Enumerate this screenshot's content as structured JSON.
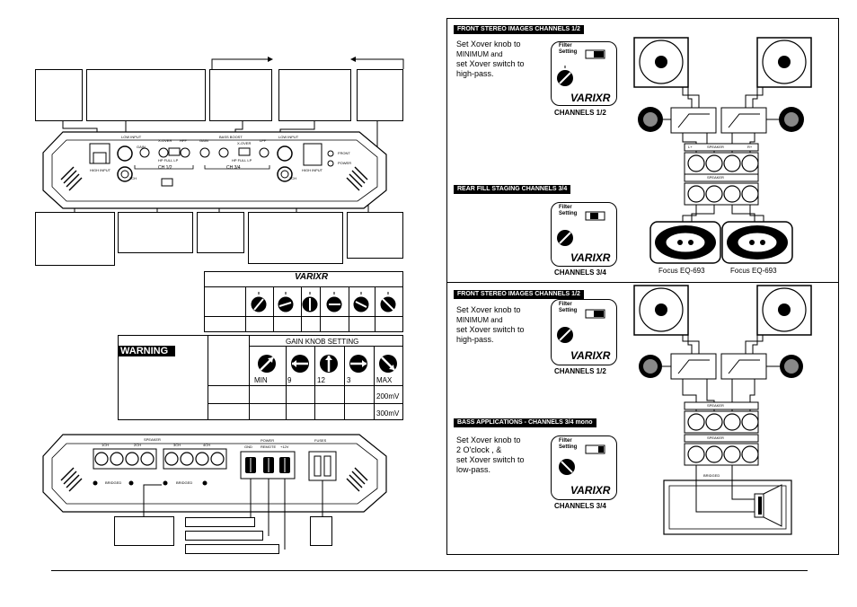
{
  "left": {
    "amp_top": {
      "labels": {
        "low_input": "LOW INPUT",
        "ch": "2CH",
        "gain": "GAIN",
        "x_over": "X-OVER",
        "hpf": "HPF",
        "bass_boost": "BASS BOOST",
        "lpf": "LPF",
        "high_input": "HIGH INPUT",
        "front": "FRONT",
        "power": "POWER",
        "full_lp": "HP FULL LP",
        "ch12": "CH 1/2",
        "ch34": "CH 3/4"
      }
    },
    "varixr_logo": "VARIXR",
    "gain_table": {
      "title": "GAIN KNOB SETTING",
      "settings": [
        "MIN",
        "9",
        "12",
        "3",
        "MAX"
      ],
      "values": [
        "200mV",
        "300mV"
      ]
    },
    "warning_label": "WARNING",
    "amp_bottom": {
      "labels": {
        "speaker": "SPEAKER",
        "ch1": "1CH",
        "ch2": "2CH",
        "ch3": "3CH",
        "ch4": "4CH",
        "bridged1": "BRIDGED",
        "bridged2": "BRIDGED",
        "power": "POWER",
        "gnd": "GND",
        "remote": "REMOTE",
        "plus12v": "+12V",
        "fuses": "FUSES"
      }
    }
  },
  "right": {
    "top": {
      "section1": {
        "header": "FRONT STEREO IMAGES CHANNELS 1/2",
        "instructions": [
          "Set Xover knob to",
          "MINIMUM and",
          "set Xover switch to",
          "high-pass."
        ],
        "filter_setting": "Filter Setting",
        "logo": "VARIXR",
        "channels": "CHANNELS 1/2"
      },
      "section2": {
        "header": "REAR FILL STAGING CHANNELS 3/4",
        "filter_setting": "Filter Setting",
        "logo": "VARIXR",
        "channels": "CHANNELS 3/4",
        "speaker_names": [
          "Focus EQ-693",
          "Focus EQ-693"
        ]
      },
      "terminal_labels": [
        "L+",
        "L-",
        "R-",
        "R+"
      ],
      "speaker_label": "SPEAKER"
    },
    "bottom": {
      "section1": {
        "header": "FRONT STEREO IMAGES CHANNELS 1/2",
        "instructions": [
          "Set Xover knob to",
          "MINIMUM and",
          "set Xover switch to",
          "high-pass."
        ],
        "filter_setting": "Filter Setting",
        "logo": "VARIXR",
        "channels": "CHANNELS 1/2"
      },
      "section2": {
        "header": "BASS APPLICATIONS - CHANNELS 3/4 mono",
        "instructions": [
          "Set Xover knob to",
          "2 O'clock , &",
          "set Xover switch to",
          "low-pass."
        ],
        "filter_setting": "Filter Setting",
        "logo": "VARIXR",
        "channels": "CHANNELS 3/4",
        "bridged": "BRIDGED"
      }
    }
  },
  "colors": {
    "ink": "#000000",
    "paper": "#ffffff",
    "gray": "#777777"
  }
}
